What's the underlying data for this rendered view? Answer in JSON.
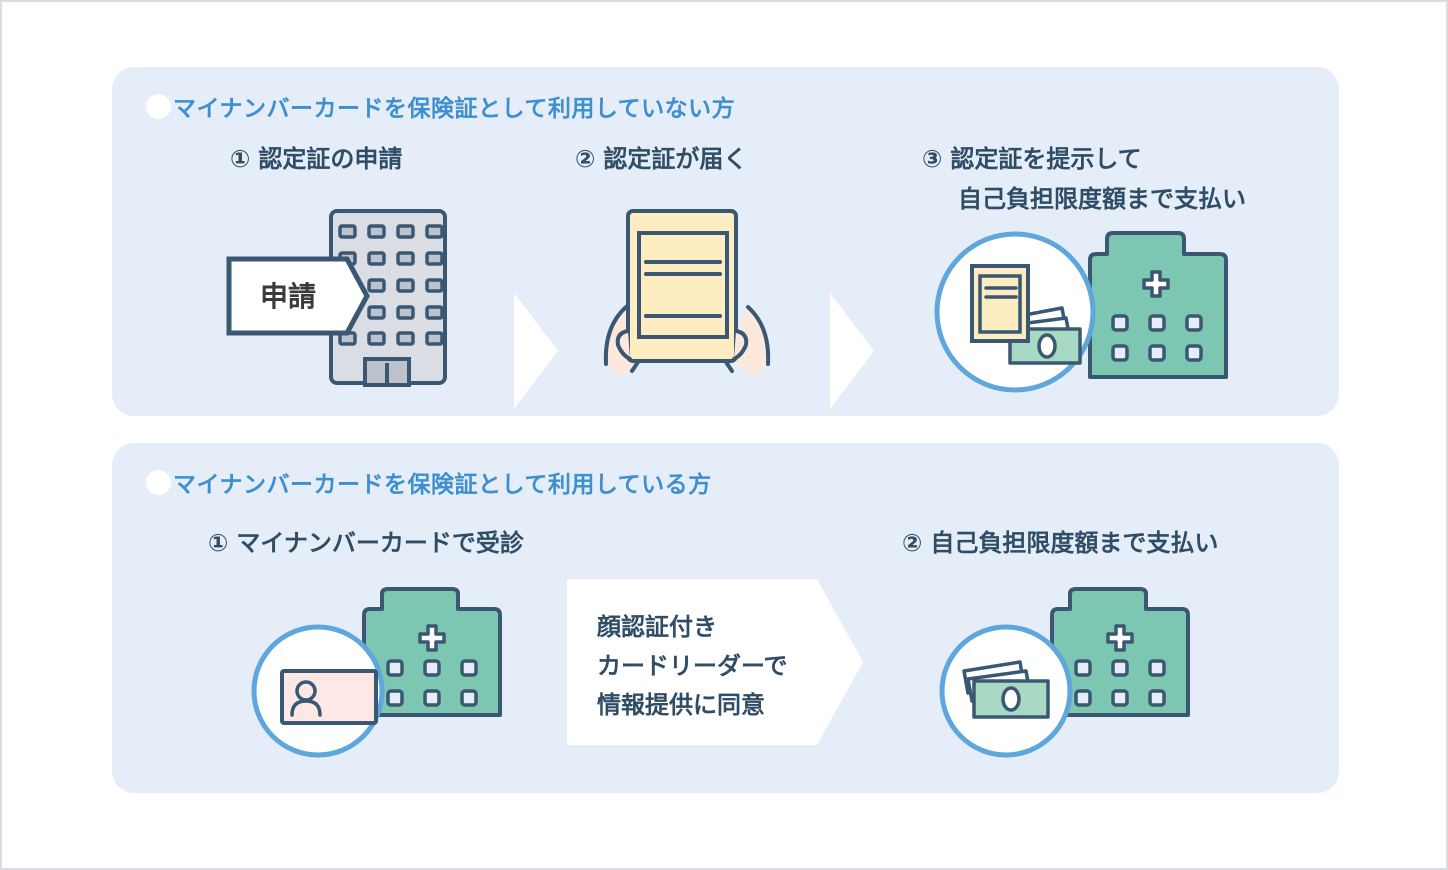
{
  "colors": {
    "panel_bg": "#e5edf8",
    "title_blue": "#3e8fd0",
    "text_dark": "#2f4d66",
    "outline": "#3a5873",
    "hospital_green": "#7dc6b2",
    "document_yellow": "#fdedc0",
    "card_pink": "#fde8e6",
    "circle_blue": "#5fa6dc",
    "building_grey": "#dadde3",
    "window_grey": "#bcc3cd",
    "hand_skin": "#fde9dc",
    "cash_green": "#a8d9c4"
  },
  "sections": [
    {
      "title": "マイナンバーカードを保険証として利用していない方",
      "steps": [
        {
          "number": "①",
          "label": "認定証の申請",
          "illustration": "office-building-with-application-tag",
          "tag_text": "申請"
        },
        {
          "number": "②",
          "label": "認定証が届く",
          "illustration": "hands-holding-certificate"
        },
        {
          "number": "③",
          "label_line1": "認定証を提示して",
          "label_line2": "自己負担限度額まで支払い",
          "illustration": "certificate-cash-and-hospital"
        }
      ]
    },
    {
      "title": "マイナンバーカードを保険証として利用している方",
      "steps": [
        {
          "number": "①",
          "label": "マイナンバーカードで受診",
          "illustration": "id-card-and-hospital"
        },
        {
          "number": "②",
          "label": "自己負担限度額まで支払い",
          "illustration": "cash-and-hospital"
        }
      ],
      "flow_note": [
        "顔認証付き",
        "カードリーダーで",
        "情報提供に同意"
      ]
    }
  ]
}
